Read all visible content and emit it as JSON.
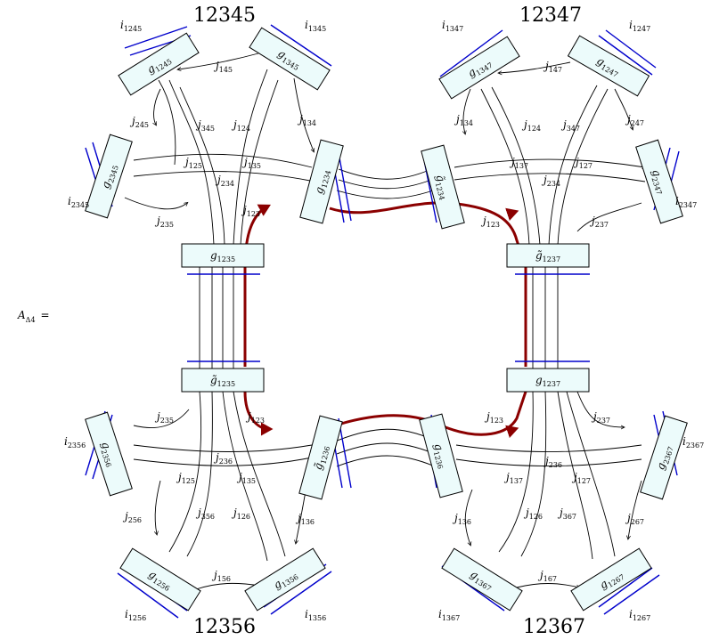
{
  "equation_label": "A",
  "equation_sub": "Δ4",
  "equation_sign": "=",
  "corner_titles": [
    "12345",
    "12347",
    "12356",
    "12367"
  ],
  "boxes": [
    {
      "sym": "g",
      "sub": "1245"
    },
    {
      "sym": "g",
      "sub": "1345"
    },
    {
      "sym": "g",
      "sub": "2345"
    },
    {
      "sym": "g",
      "sub": "1234"
    },
    {
      "sym": "g̃",
      "sub": "1234"
    },
    {
      "sym": "g",
      "sub": "1347"
    },
    {
      "sym": "g",
      "sub": "1247"
    },
    {
      "sym": "g",
      "sub": "2347"
    },
    {
      "sym": "g",
      "sub": "1235"
    },
    {
      "sym": "g̃",
      "sub": "1237"
    },
    {
      "sym": "g̃",
      "sub": "1235"
    },
    {
      "sym": "g",
      "sub": "1237"
    },
    {
      "sym": "g",
      "sub": "2356"
    },
    {
      "sym": "g̃",
      "sub": "1236"
    },
    {
      "sym": "g",
      "sub": "1236"
    },
    {
      "sym": "g",
      "sub": "2367"
    },
    {
      "sym": "g",
      "sub": "1256"
    },
    {
      "sym": "g",
      "sub": "1356"
    },
    {
      "sym": "g",
      "sub": "1367"
    },
    {
      "sym": "g",
      "sub": "1267"
    }
  ],
  "labels": [
    {
      "sym": "i",
      "sub": "1245"
    },
    {
      "sym": "i",
      "sub": "1345"
    },
    {
      "sym": "i",
      "sub": "1347"
    },
    {
      "sym": "i",
      "sub": "1247"
    },
    {
      "sym": "i",
      "sub": "2345"
    },
    {
      "sym": "i",
      "sub": "2347"
    },
    {
      "sym": "i",
      "sub": "2356"
    },
    {
      "sym": "i",
      "sub": "2367"
    },
    {
      "sym": "i",
      "sub": "1256"
    },
    {
      "sym": "i",
      "sub": "1356"
    },
    {
      "sym": "i",
      "sub": "1367"
    },
    {
      "sym": "i",
      "sub": "1267"
    },
    {
      "sym": "j",
      "sub": "145"
    },
    {
      "sym": "j",
      "sub": "245"
    },
    {
      "sym": "j",
      "sub": "345"
    },
    {
      "sym": "j",
      "sub": "124"
    },
    {
      "sym": "j",
      "sub": "134"
    },
    {
      "sym": "j",
      "sub": "125"
    },
    {
      "sym": "j",
      "sub": "135"
    },
    {
      "sym": "j",
      "sub": "234"
    },
    {
      "sym": "j",
      "sub": "235"
    },
    {
      "sym": "j",
      "sub": "123"
    },
    {
      "sym": "j",
      "sub": "147"
    },
    {
      "sym": "j",
      "sub": "134"
    },
    {
      "sym": "j",
      "sub": "124"
    },
    {
      "sym": "j",
      "sub": "347"
    },
    {
      "sym": "j",
      "sub": "247"
    },
    {
      "sym": "j",
      "sub": "137"
    },
    {
      "sym": "j",
      "sub": "127"
    },
    {
      "sym": "j",
      "sub": "234"
    },
    {
      "sym": "j",
      "sub": "123"
    },
    {
      "sym": "j",
      "sub": "237"
    },
    {
      "sym": "j",
      "sub": "235"
    },
    {
      "sym": "j",
      "sub": "123"
    },
    {
      "sym": "j",
      "sub": "236"
    },
    {
      "sym": "j",
      "sub": "125"
    },
    {
      "sym": "j",
      "sub": "135"
    },
    {
      "sym": "j",
      "sub": "256"
    },
    {
      "sym": "j",
      "sub": "356"
    },
    {
      "sym": "j",
      "sub": "126"
    },
    {
      "sym": "j",
      "sub": "136"
    },
    {
      "sym": "j",
      "sub": "156"
    },
    {
      "sym": "j",
      "sub": "123"
    },
    {
      "sym": "j",
      "sub": "237"
    },
    {
      "sym": "j",
      "sub": "236"
    },
    {
      "sym": "j",
      "sub": "137"
    },
    {
      "sym": "j",
      "sub": "127"
    },
    {
      "sym": "j",
      "sub": "136"
    },
    {
      "sym": "j",
      "sub": "126"
    },
    {
      "sym": "j",
      "sub": "367"
    },
    {
      "sym": "j",
      "sub": "267"
    },
    {
      "sym": "j",
      "sub": "167"
    }
  ]
}
